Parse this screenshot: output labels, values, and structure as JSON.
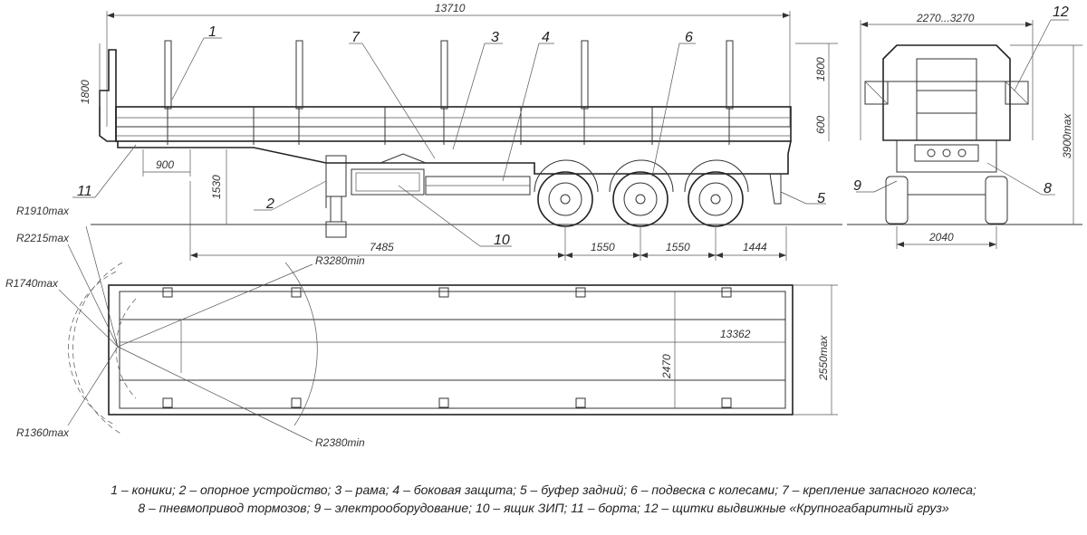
{
  "dimensions": {
    "overall_length": "13710",
    "stake_height": "1800",
    "stake_height_right": "1800",
    "side_height": "600",
    "deck_height": "1530",
    "front_overhang": "900",
    "kingpin_to_axle": "7485",
    "axle_base_1": "1550",
    "axle_base_2": "1550",
    "rear_overhang": "1444",
    "rear_width_range": "2270...3270",
    "rear_height": "3900max",
    "track_width": "2040",
    "r_1910": "R1910max",
    "r_2215": "R2215max",
    "r_1740": "R1740max",
    "r_1360": "R1360max",
    "r_3280": "R3280min",
    "r_2380": "R2380min",
    "platform_length": "13362",
    "inner_width": "2470",
    "outer_width": "2550max"
  },
  "callouts": {
    "c1": "1",
    "c2": "2",
    "c3": "3",
    "c4": "4",
    "c5": "5",
    "c6": "6",
    "c7": "7",
    "c8": "8",
    "c9": "9",
    "c10": "10",
    "c11": "11",
    "c12": "12"
  },
  "legend": {
    "line1": "1 – коники; 2 – опорное устройство; 3 – рама; 4 – боковая защита; 5 – буфер задний; 6 – подвеска с колесами; 7 – крепление запасного колеса;",
    "line2": "8 – пневмопривод тормозов; 9 – электрооборудование; 10 – ящик ЗИП; 11 – борта; 12 – щитки выдвижные «Крупногабаритный груз»"
  }
}
